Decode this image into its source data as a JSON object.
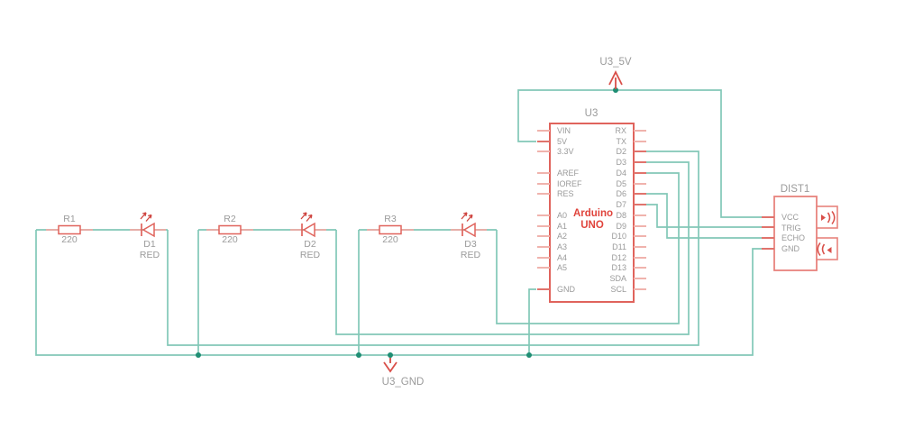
{
  "app": {
    "kind": "circuit-schematic"
  },
  "power_flags": {
    "vcc_label": "U3_5V",
    "gnd_label": "U3_GND"
  },
  "led_circuits": [
    {
      "resistor_ref": "R1",
      "resistor_value": "220",
      "led_ref": "D1",
      "led_color": "RED"
    },
    {
      "resistor_ref": "R2",
      "resistor_value": "220",
      "led_ref": "D2",
      "led_color": "RED"
    },
    {
      "resistor_ref": "R3",
      "resistor_value": "220",
      "led_ref": "D3",
      "led_color": "RED"
    }
  ],
  "arduino": {
    "ref": "U3",
    "name_line1": "Arduino",
    "name_line2": "UNO",
    "left_pins": [
      "VIN",
      "5V",
      "3.3V",
      "AREF",
      "IOREF",
      "RES",
      "A0",
      "A1",
      "A2",
      "A3",
      "A4",
      "A5",
      "GND"
    ],
    "right_pins": [
      "RX",
      "TX",
      "D2",
      "D3",
      "D4",
      "D5",
      "D6",
      "D7",
      "D8",
      "D9",
      "D10",
      "D11",
      "D12",
      "D13",
      "SDA",
      "SCL"
    ]
  },
  "distance_sensor": {
    "ref": "DIST1",
    "pins": [
      "VCC",
      "TRIG",
      "ECHO",
      "GND"
    ]
  },
  "colors": {
    "wire": "#82c8b7",
    "junction_dot": "#1f8e74",
    "component_stroke": "#e0635c",
    "sensor_stroke": "#e8837d",
    "pin_stub_connected": "#e0736c",
    "pin_stub_open": "#f0b3ad",
    "accent_red_text": "#e0443c",
    "flag_red": "#d94f49",
    "label_gray": "#9a9a9a"
  }
}
